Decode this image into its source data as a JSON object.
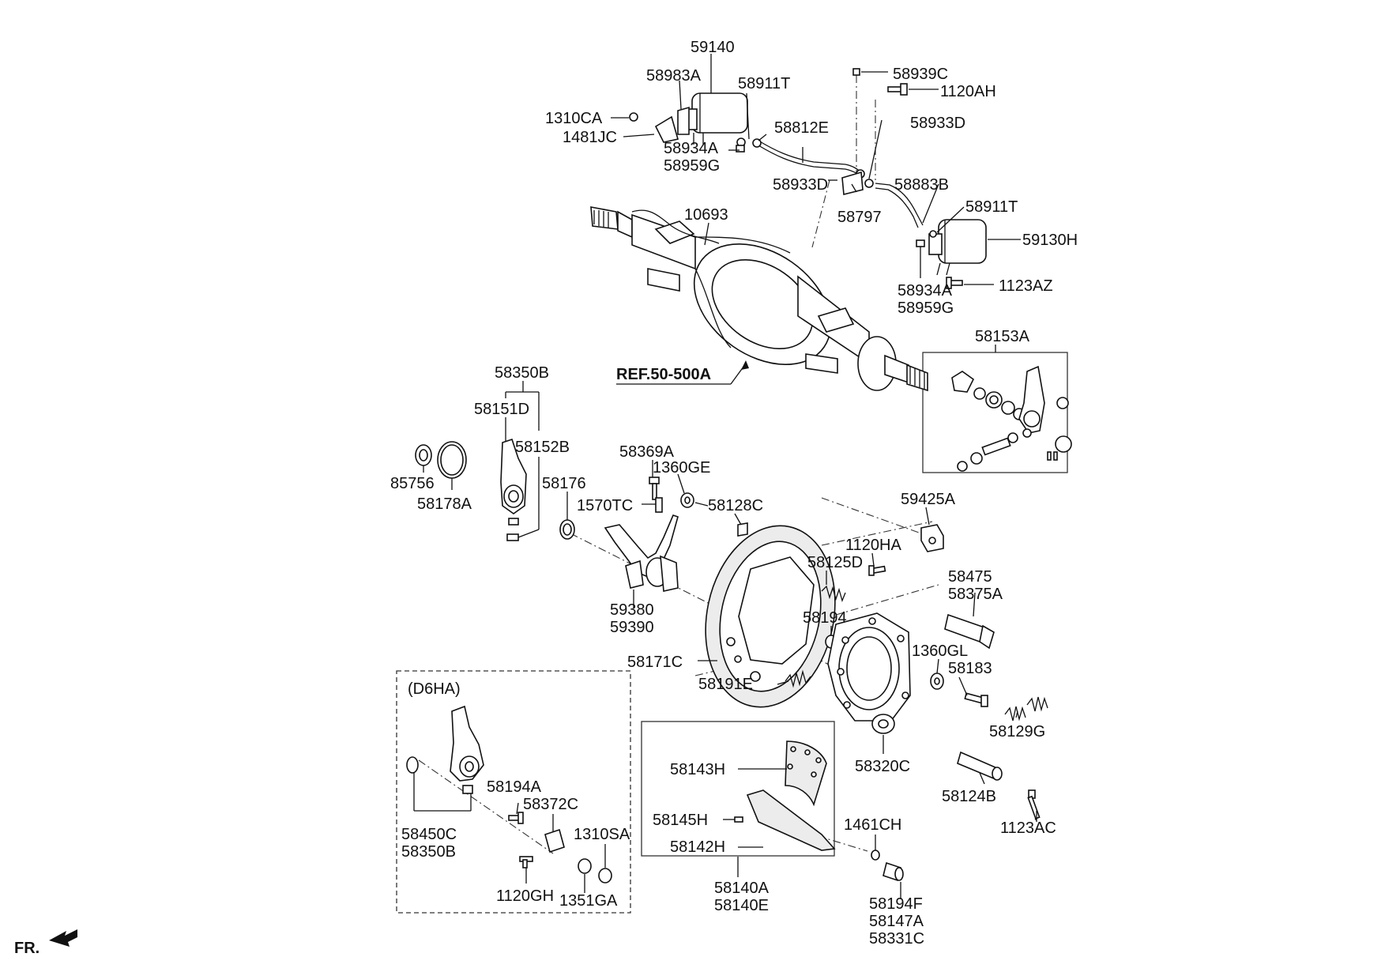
{
  "labels": {
    "p59140": "59140",
    "p58983A": "58983A",
    "p58911T_a": "58911T",
    "p1310CA": "1310CA",
    "p1481JC": "1481JC",
    "p58934A_a": "58934A",
    "p58959G_a": "58959G",
    "p58812E": "58812E",
    "p58939C": "58939C",
    "p1120AH": "1120AH",
    "p58933D_a": "58933D",
    "p58933D_b": "58933D",
    "p58797": "58797",
    "p58883B": "58883B",
    "p58911T_b": "58911T",
    "p59130H": "59130H",
    "p58934A_b": "58934A",
    "p58959G_b": "58959G",
    "p1123AZ": "1123AZ",
    "p10693": "10693",
    "pREF": "REF.50-500A",
    "p58153A": "58153A",
    "p58350B_a": "58350B",
    "p58151D": "58151D",
    "p58152B": "58152B",
    "p85756": "85756",
    "p58178A": "58178A",
    "p58369A": "58369A",
    "p1360GE": "1360GE",
    "p58176": "58176",
    "p1570TC": "1570TC",
    "p58128C": "58128C",
    "p59425A": "59425A",
    "p1120HA": "1120HA",
    "p58125D": "58125D",
    "p58475": "58475",
    "p58375A": "58375A",
    "p59380": "59380",
    "p59390": "59390",
    "p58194": "58194",
    "p1360GL": "1360GL",
    "p58183": "58183",
    "p58171C": "58171C",
    "p58191E": "58191E",
    "p58129G": "58129G",
    "pD6HA": "(D6HA)",
    "p58143H": "58143H",
    "p58320C": "58320C",
    "p58194A": "58194A",
    "p58372C": "58372C",
    "p58124B": "58124B",
    "p1310SA": "1310SA",
    "p58145H": "58145H",
    "p1461CH": "1461CH",
    "p1123AC": "1123AC",
    "p58450C": "58450C",
    "p58350B_b": "58350B",
    "p58142H": "58142H",
    "p1120GH": "1120GH",
    "p1351GA": "1351GA",
    "p58140A": "58140A",
    "p58140E": "58140E",
    "p58194F": "58194F",
    "p58147A": "58147A",
    "p58331C": "58331C",
    "pFR": "FR."
  }
}
